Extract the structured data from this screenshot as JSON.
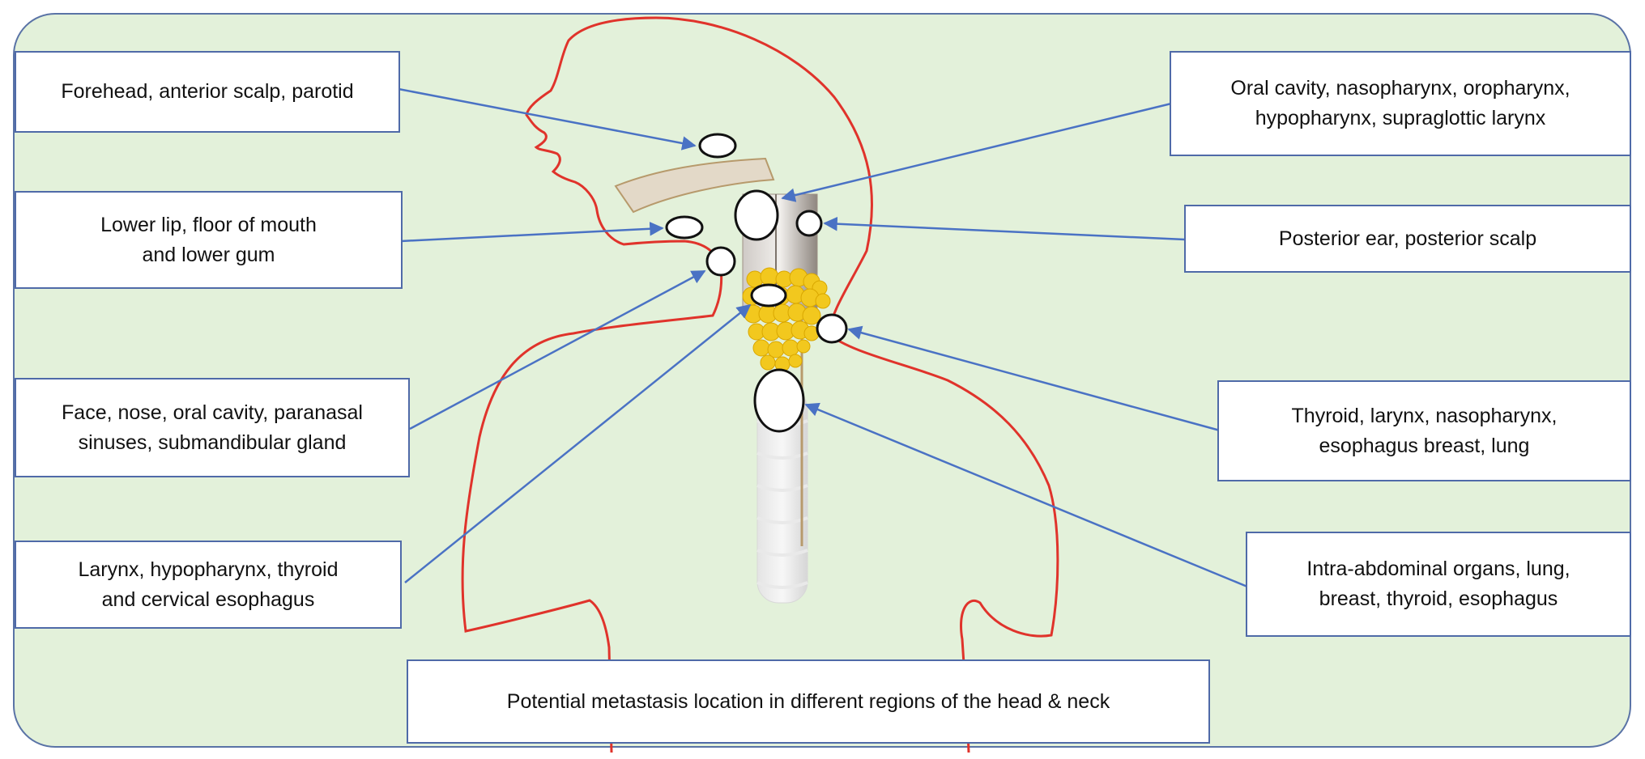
{
  "labels": {
    "forehead": "Forehead, anterior scalp, parotid",
    "lower_lip": "Lower lip, floor of mouth\nand lower gum",
    "face_nose": "Face, nose, oral cavity, paranasal\nsinuses, submandibular gland",
    "larynx": "Larynx, hypopharynx, thyroid\nand cervical esophagus",
    "oral_cavity": "Oral cavity, nasopharynx, oropharynx,\nhypopharynx, supraglottic larynx",
    "posterior_ear": "Posterior ear, posterior scalp",
    "thyroid": "Thyroid, larynx, nasopharynx,\nesophagus breast, lung",
    "intra_abdominal": "Intra-abdominal organs, lung,\nbreast, thyroid, esophagus"
  },
  "caption": "Potential metastasis location in different regions of the head & neck",
  "colors": {
    "background": "#e3f1da",
    "border": "#5a73a6",
    "body_outline": "#e0332b",
    "arrow": "#4a72c4",
    "thyroid": "#f2c81e",
    "node_fill": "#ffffff"
  }
}
